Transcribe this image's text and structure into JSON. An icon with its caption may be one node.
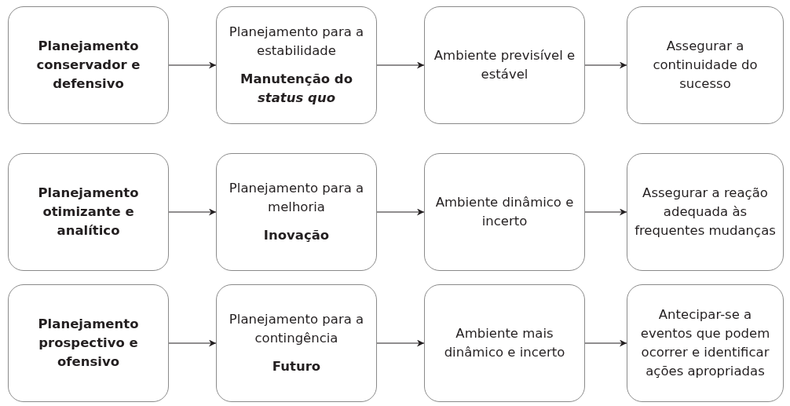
{
  "diagram": {
    "nodes": [
      {
        "text": [
          "Planejamento conservador e defensivo"
        ]
      },
      {
        "text": [
          "Planejamento para a estabilidade",
          "Manutenção do *status quo*"
        ]
      },
      {
        "text": [
          "Ambiente previsível e estável"
        ]
      },
      {
        "text": [
          "Assegurar a continuidade do sucesso"
        ]
      },
      {
        "text": [
          "Planejamento otimizante e analítico"
        ]
      },
      {
        "text": [
          "Planejamento para a melhoria",
          "Inovação"
        ]
      },
      {
        "text": [
          "Ambiente dinâmico e incerto"
        ]
      },
      {
        "text": [
          "Assegurar a reação adequada às frequentes mudanças"
        ]
      },
      {
        "text": [
          "Planejamento prospectivo e ofensivo"
        ]
      },
      {
        "text": [
          "Planejamento para a contingência",
          "Futuro"
        ]
      },
      {
        "text": [
          "Ambiente mais dinâmico e incerto"
        ]
      },
      {
        "text": [
          "Antecipar-se a eventos que podem ocorrer e identificar ações apropriadas"
        ]
      }
    ],
    "edges": [
      {
        "from": 0,
        "to": 1,
        "arrow": "to"
      },
      {
        "from": 1,
        "to": 2,
        "arrow": "to"
      },
      {
        "from": 2,
        "to": 3,
        "arrow": "to"
      },
      {
        "from": 4,
        "to": 5,
        "arrow": "to"
      },
      {
        "from": 5,
        "to": 6,
        "arrow": "to"
      },
      {
        "from": 6,
        "to": 7,
        "arrow": "to"
      },
      {
        "from": 8,
        "to": 9,
        "arrow": "to"
      },
      {
        "from": 9,
        "to": 10,
        "arrow": "to"
      },
      {
        "from": 10,
        "to": 11,
        "arrow": "to"
      }
    ]
  }
}
